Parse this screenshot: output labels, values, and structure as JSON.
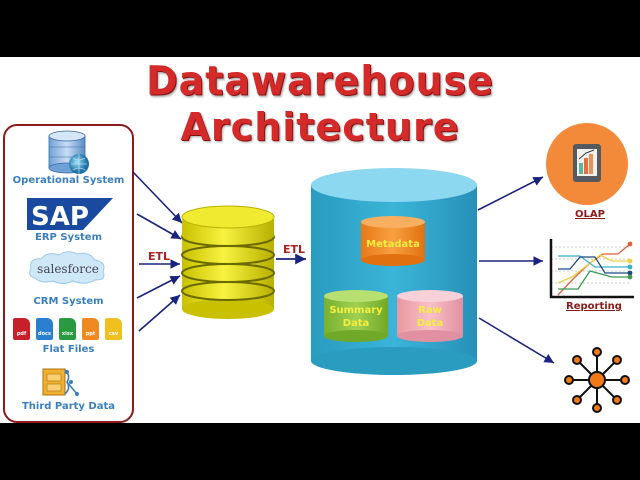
{
  "title": {
    "line1": "Datawarehouse",
    "line2": "Architecture"
  },
  "sources": [
    {
      "label": "Operational System",
      "icon": "database-globe-icon"
    },
    {
      "label": "ERP System",
      "icon": "sap-logo",
      "logo_text": "SAP"
    },
    {
      "label": "CRM System",
      "icon": "salesforce-logo",
      "logo_text": "salesforce"
    },
    {
      "label": "Flat Files",
      "icon": "file-icons",
      "files": [
        "pdf",
        "docs",
        "xlsx",
        "ppt",
        "csv"
      ]
    },
    {
      "label": "Third Party Data",
      "icon": "file-cabinet-icon"
    }
  ],
  "file_colors": [
    "#c8202a",
    "#2a7fd0",
    "#2a9a40",
    "#f08a20",
    "#f0c020"
  ],
  "etl_labels": {
    "left": "ETL",
    "right": "ETL"
  },
  "warehouse": {
    "metadata": "Metadata",
    "summary_data": [
      "Summary",
      "Data"
    ],
    "raw_data": [
      "Raw",
      "Data"
    ]
  },
  "outputs": [
    {
      "label": "OLAP",
      "icon": "tablet-chart-icon"
    },
    {
      "label": "Reporting",
      "icon": "line-chart-icon"
    },
    {
      "label": "",
      "icon": "network-hub-icon"
    }
  ],
  "colors": {
    "title": "#d42a2a",
    "arrow": "#1a237e",
    "staging": "#e8e010",
    "warehouse": "#3aaed0",
    "metadata": "#f08a20",
    "summary": "#8cc63e",
    "raw": "#f0a8b0",
    "output_orange": "#f28a3a"
  }
}
